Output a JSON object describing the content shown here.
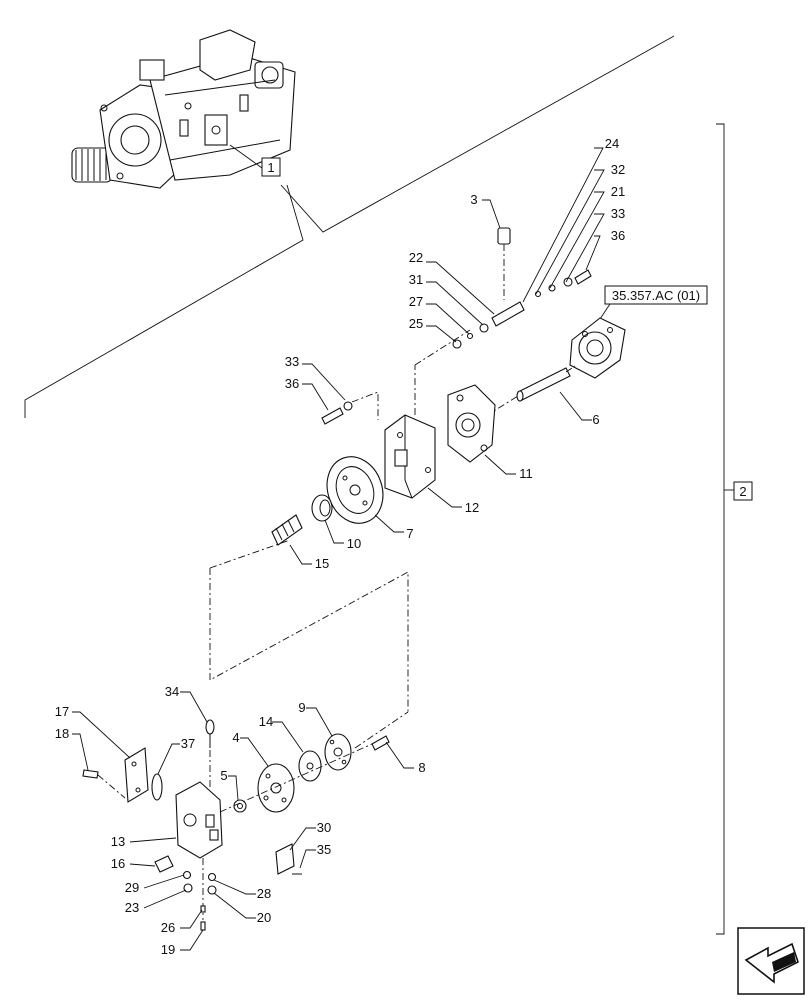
{
  "assembly_label": "1",
  "group_label": "2",
  "reference_label": "35.357.AC (01)",
  "callouts": {
    "c3": "3",
    "c4": "4",
    "c5": "5",
    "c6": "6",
    "c7": "7",
    "c8": "8",
    "c9": "9",
    "c10": "10",
    "c11": "11",
    "c12": "12",
    "c13": "13",
    "c14": "14",
    "c15": "15",
    "c16": "16",
    "c17": "17",
    "c18": "18",
    "c19": "19",
    "c20": "20",
    "c21": "21",
    "c22": "22",
    "c23": "23",
    "c24": "24",
    "c25": "25",
    "c26": "26",
    "c27": "27",
    "c28": "28",
    "c29": "29",
    "c30": "30",
    "c31": "31",
    "c32": "32",
    "c33a": "33",
    "c33b": "33",
    "c34": "34",
    "c35": "35",
    "c36a": "36",
    "c36b": "36",
    "c37": "37"
  },
  "nav_icon": "arrow-left-icon"
}
